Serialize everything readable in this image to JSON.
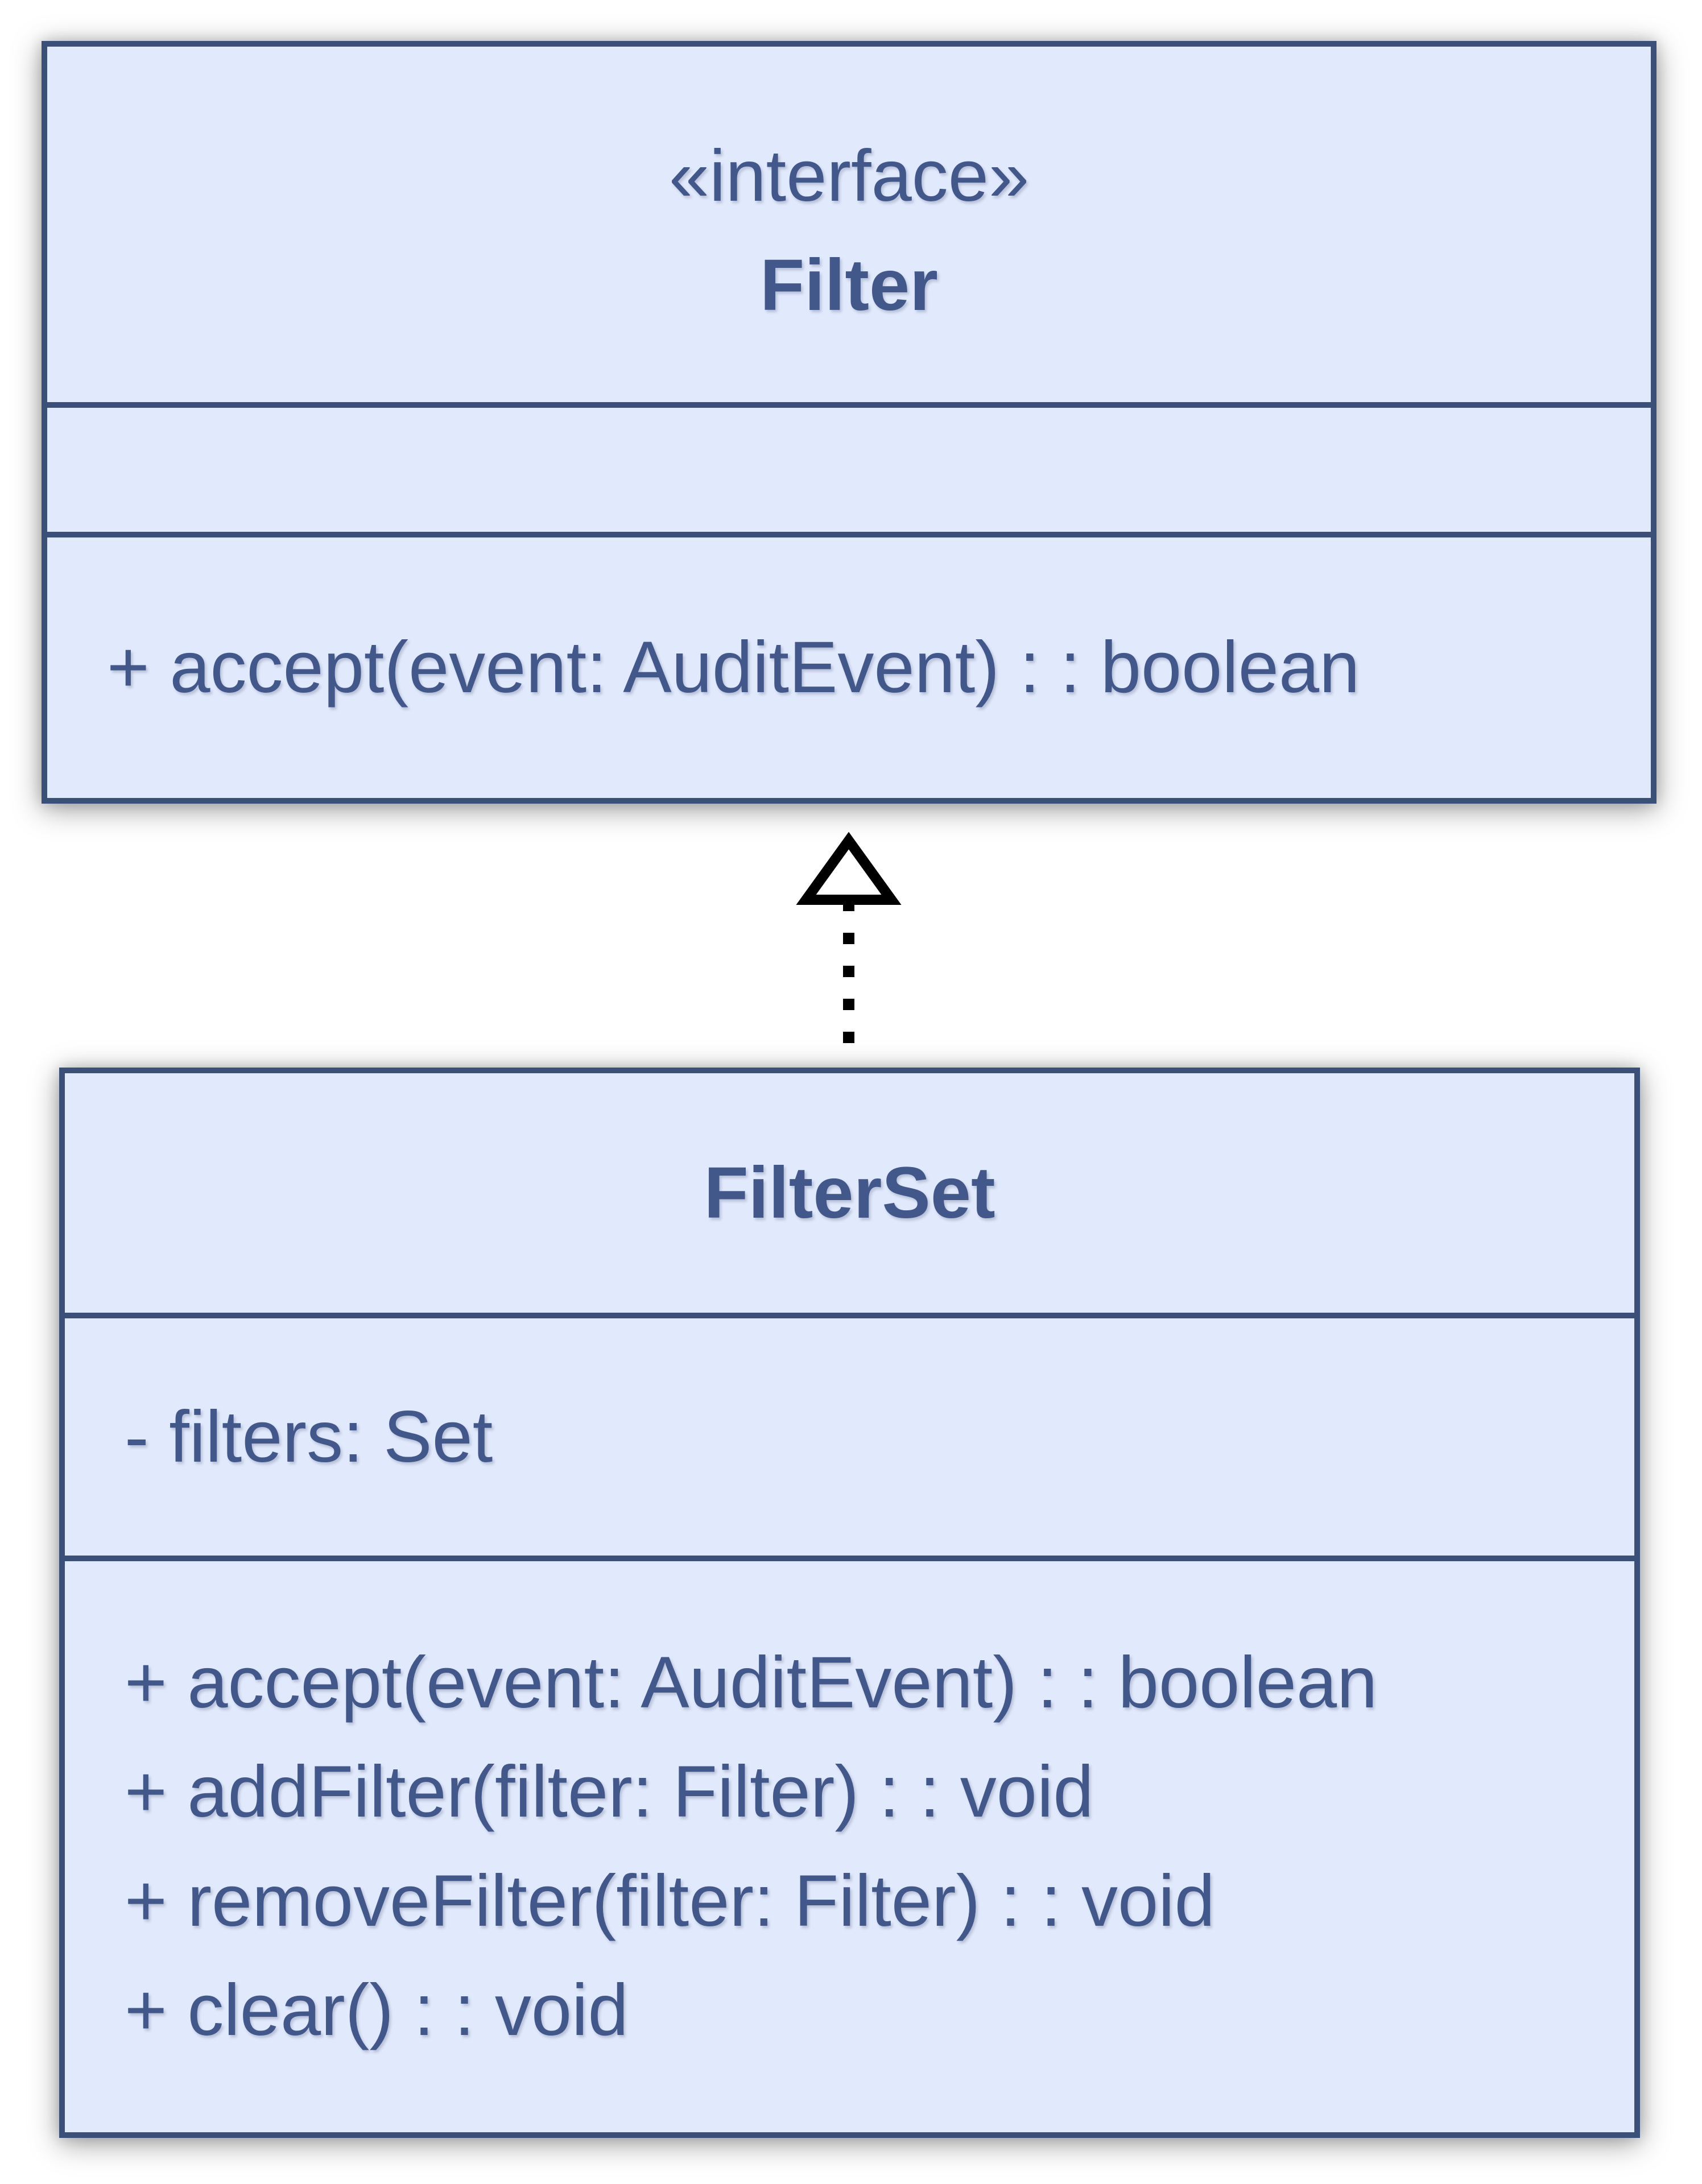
{
  "diagram": {
    "type": "uml-class-diagram",
    "colors": {
      "background": "#ffffff",
      "box_fill": "#e1e9fc",
      "box_border": "#3b5078",
      "text": "#42578a",
      "arrow": "#000000"
    },
    "interface_box": {
      "stereotype": "«interface»",
      "name": "Filter",
      "attributes": [],
      "methods": [
        "+ accept(event: AuditEvent) : : boolean"
      ]
    },
    "class_box": {
      "name": "FilterSet",
      "attributes": [
        "- filters: Set"
      ],
      "methods": [
        "+ accept(event: AuditEvent) : : boolean",
        "+ addFilter(filter: Filter) : : void",
        "+ removeFilter(filter: Filter) : : void",
        "+ clear() : : void"
      ]
    },
    "relationship": {
      "kind": "realization",
      "from": "FilterSet",
      "to": "Filter",
      "line_style": "dashed",
      "arrow_head": "hollow-triangle"
    }
  }
}
